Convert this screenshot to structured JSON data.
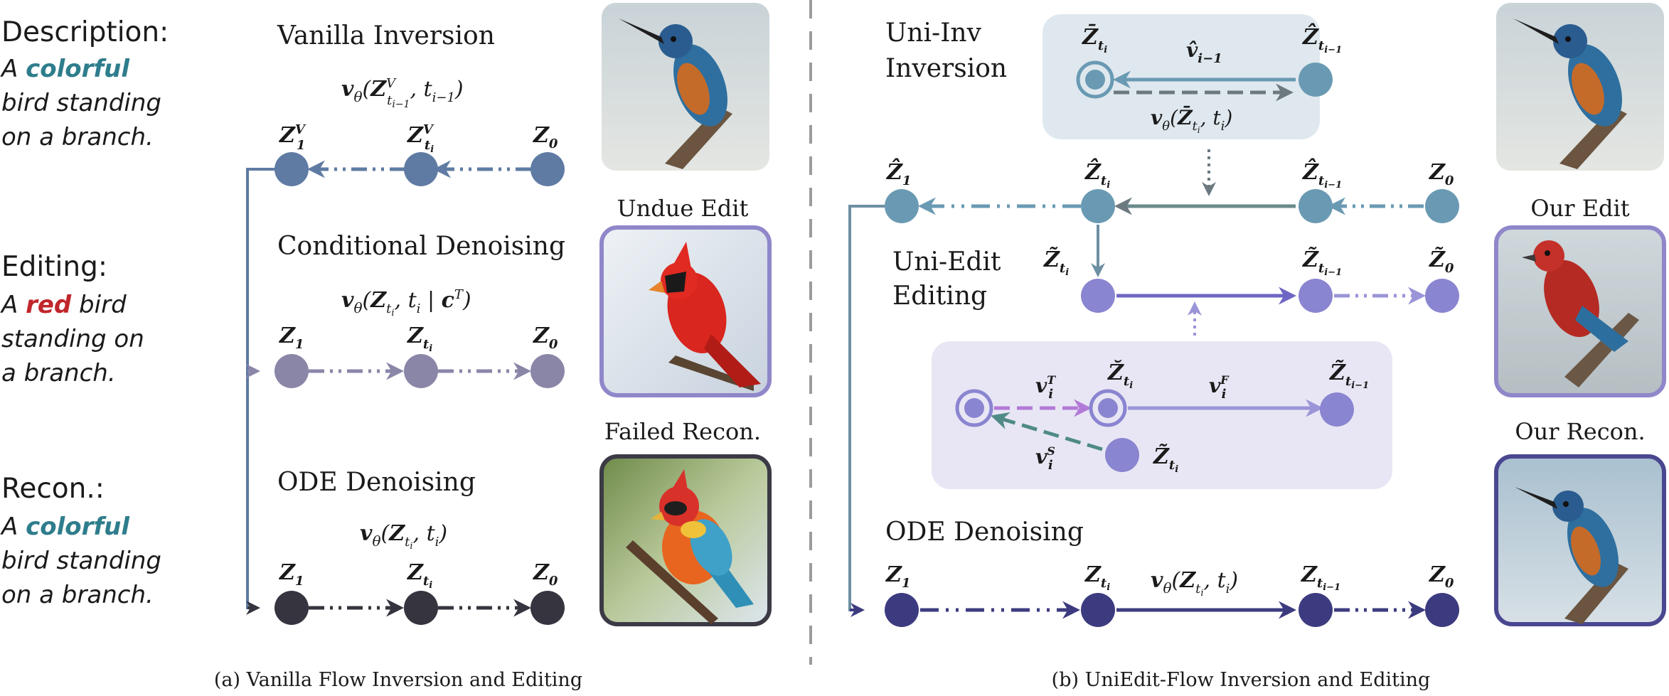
{
  "left_text": {
    "desc_label": "Description:",
    "desc_line1_pre": "A ",
    "desc_line1_word": "colorful",
    "desc_line2": "bird standing",
    "desc_line3": "on a branch.",
    "edit_label": "Editing:",
    "edit_line1_pre": "A ",
    "edit_line1_word": "red",
    "edit_line1_post": " bird",
    "edit_line2": "standing on",
    "edit_line3": "a branch.",
    "recon_label": "Recon.:",
    "recon_line1_pre": "A ",
    "recon_line1_word": "colorful",
    "recon_line2": "bird standing",
    "recon_line3": "on a branch."
  },
  "panel_a": {
    "vanilla_title": "Vanilla Inversion",
    "cond_title": "Conditional Denoising",
    "ode_title": "ODE Denoising",
    "undue_label": "Undue Edit",
    "failed_label": "Failed Recon.",
    "caption": "(a) Vanilla Flow Inversion and Editing"
  },
  "panel_b": {
    "uniinv_title_1": "Uni-Inv",
    "uniinv_title_2": "Inversion",
    "uniedit_title_1": "Uni-Edit",
    "uniedit_title_2": "Editing",
    "ode_title": "ODE Denoising",
    "our_edit_label": "Our Edit",
    "our_recon_label": "Our Recon.",
    "caption": "(b) UniEdit-Flow Inversion and Editing"
  },
  "colors": {
    "inversion_blue": "#5f7ba3",
    "cond_purple": "#8a86a8",
    "ode_dark": "#35343f",
    "teal": "#6a9ab3",
    "edit_purple": "#8a85d0",
    "ode_navy": "#3d3b7f",
    "colorful_word": "#2e7d8c",
    "red_word": "#c0262b",
    "inv_box_bg": "#dfe8ee",
    "edit_box_bg": "#e8e6f4"
  }
}
